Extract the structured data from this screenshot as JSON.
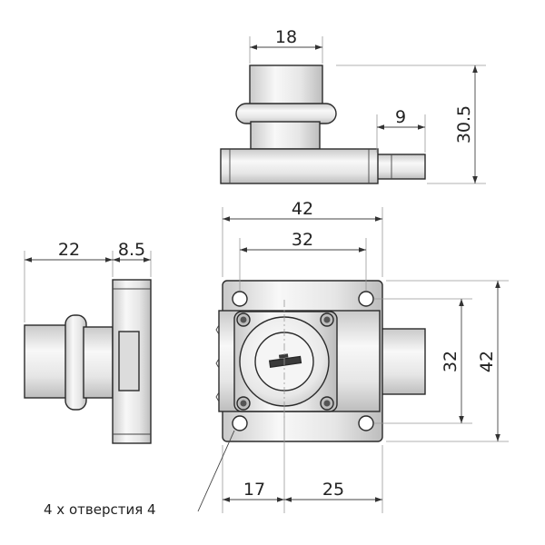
{
  "dimensions": {
    "top_width": "18",
    "top_height": "30.5",
    "bolt_length": "9",
    "plate_width": "42",
    "hole_spacing_h": "32",
    "hole_spacing_v": "32",
    "plate_height": "42",
    "side_cylinder": "22",
    "side_flange": "8.5",
    "offset_left": "17",
    "offset_right": "25"
  },
  "note": "4 x отверстия 4",
  "colors": {
    "metal_light": "#f7f7f7",
    "metal_mid": "#e2e2e2",
    "metal_dark": "#c4c4c4",
    "line": "#2a2a2a"
  }
}
